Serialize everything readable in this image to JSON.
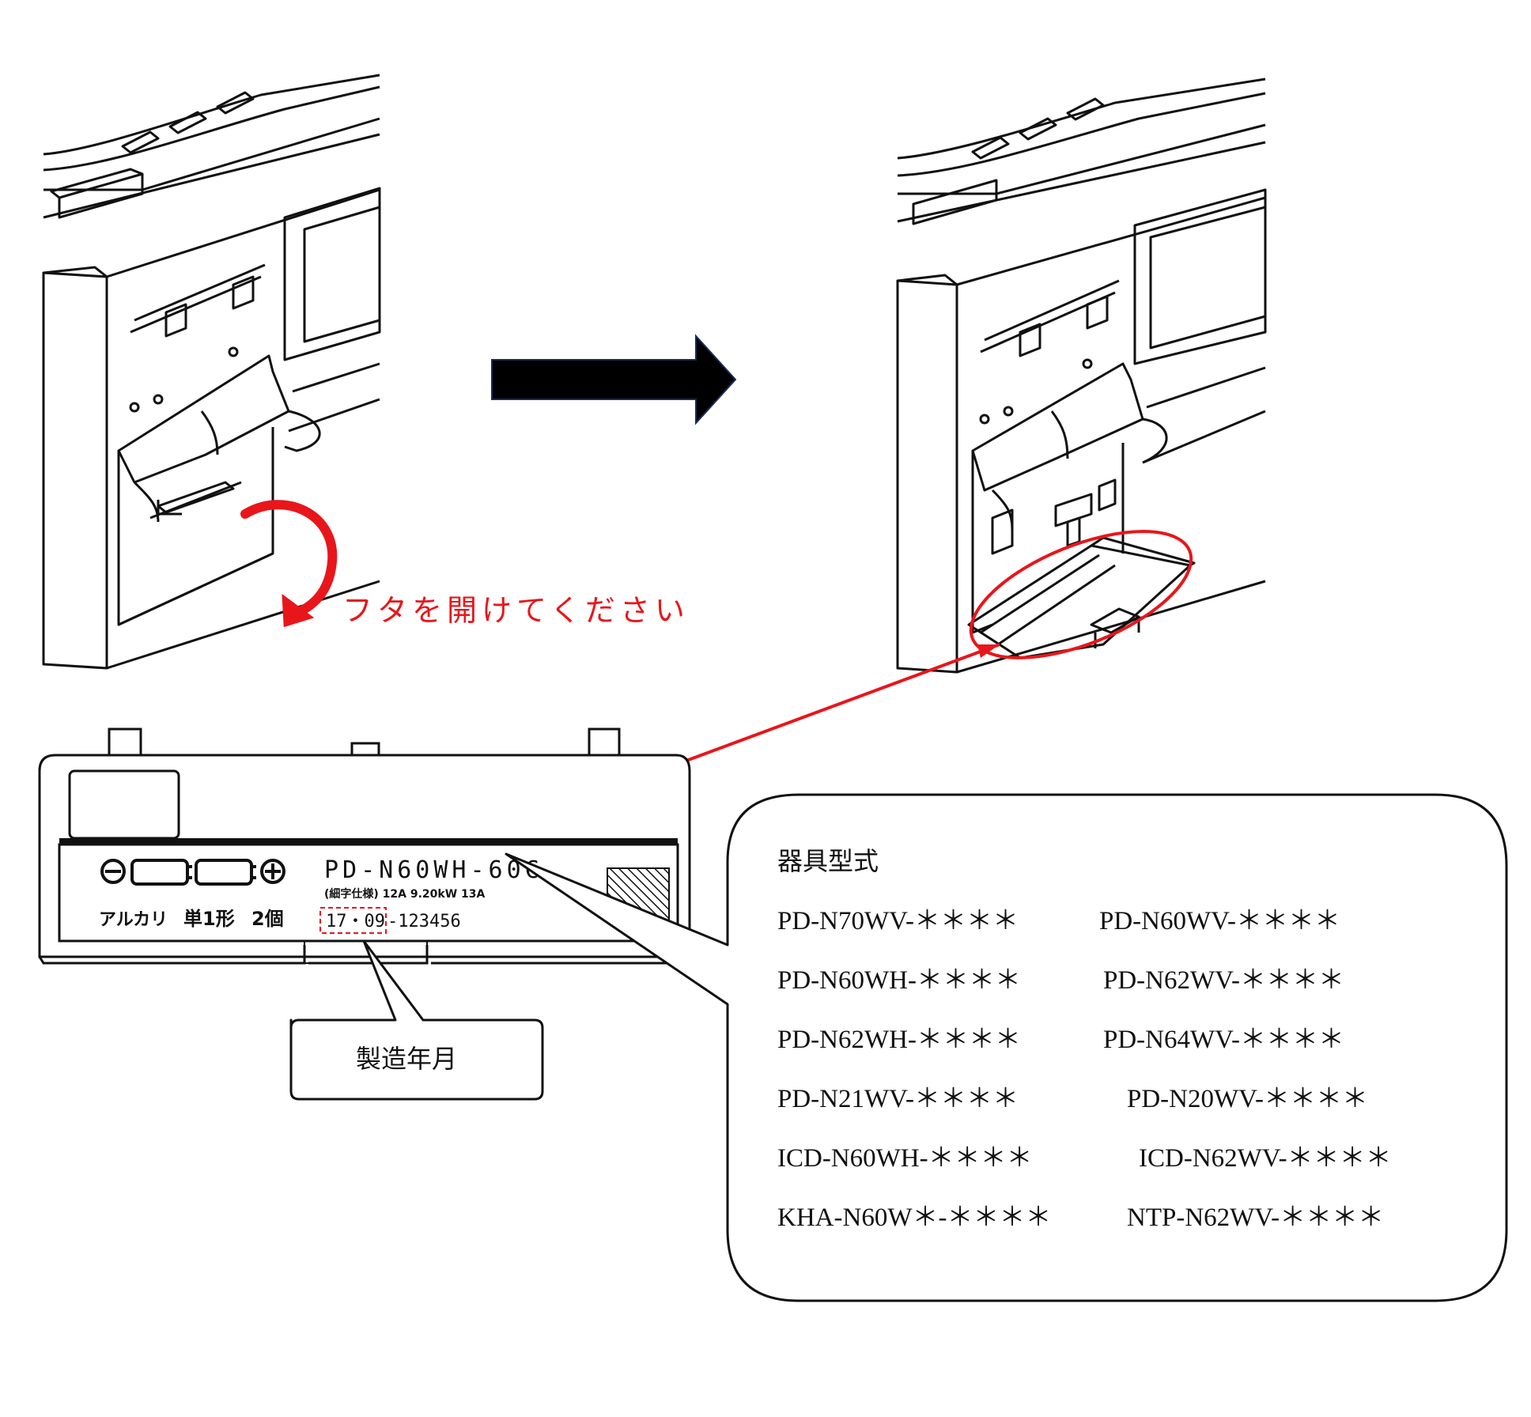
{
  "instruction": "フタを開けてください",
  "label": {
    "model": "PD-N60WH-60C",
    "spec_line": "(細字仕様) 12A 9.20kW 13A",
    "battery_type": "アルカリ",
    "battery_size": "単1形",
    "battery_count": "2個",
    "serial_date_part": "17・09",
    "serial_rest": "-123456"
  },
  "callout_date": {
    "title": "製造年月"
  },
  "callout_models": {
    "title": "器具型式",
    "rows": [
      [
        "PD-N70WV-＊＊＊＊",
        "PD-N60WV-＊＊＊＊"
      ],
      [
        "PD-N60WH-＊＊＊＊",
        "PD-N62WV-＊＊＊＊"
      ],
      [
        "PD-N62WH-＊＊＊＊",
        "PD-N64WV-＊＊＊＊"
      ],
      [
        "PD-N21WV-＊＊＊＊",
        "PD-N20WV-＊＊＊＊"
      ],
      [
        "ICD-N60WH-＊＊＊＊",
        "ICD-N62WV-＊＊＊＊"
      ],
      [
        "KHA-N60W＊-＊＊＊＊",
        "NTP-N62WV-＊＊＊＊"
      ]
    ]
  },
  "colors": {
    "accent": "#e8161b",
    "line": "#111111"
  },
  "icons": [
    "arrow-right-icon",
    "curved-arrow-icon",
    "minus-terminal-icon",
    "plus-terminal-icon",
    "battery-icon"
  ]
}
